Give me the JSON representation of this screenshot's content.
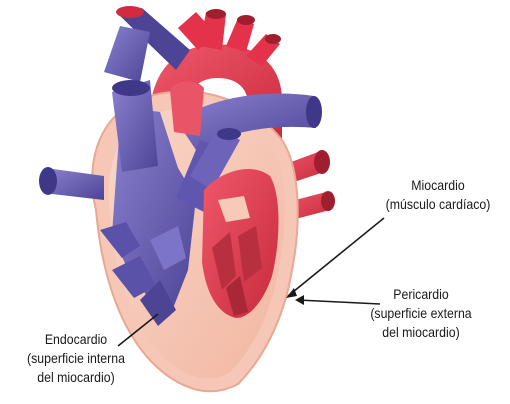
{
  "labels": {
    "miocardio": {
      "line1": "Miocardio",
      "line2": "(músculo cardíaco)"
    },
    "pericardio": {
      "line1": "Pericardio",
      "line2": "(superficie externa",
      "line3": "del miocardio)"
    },
    "endocardio": {
      "line1": "Endocardio",
      "line2": "(superficie interna",
      "line3": "del miocardio)"
    }
  },
  "colors": {
    "pericardium_outer": "#f6c7b7",
    "myocardium_wall": "#efa98f",
    "deoxygenated_blue": "#6d64b9",
    "deoxygenated_dark": "#4d4496",
    "oxygenated_red": "#e3324a",
    "chamber_red": "#d9485e",
    "chamber_dark": "#b8303f"
  }
}
